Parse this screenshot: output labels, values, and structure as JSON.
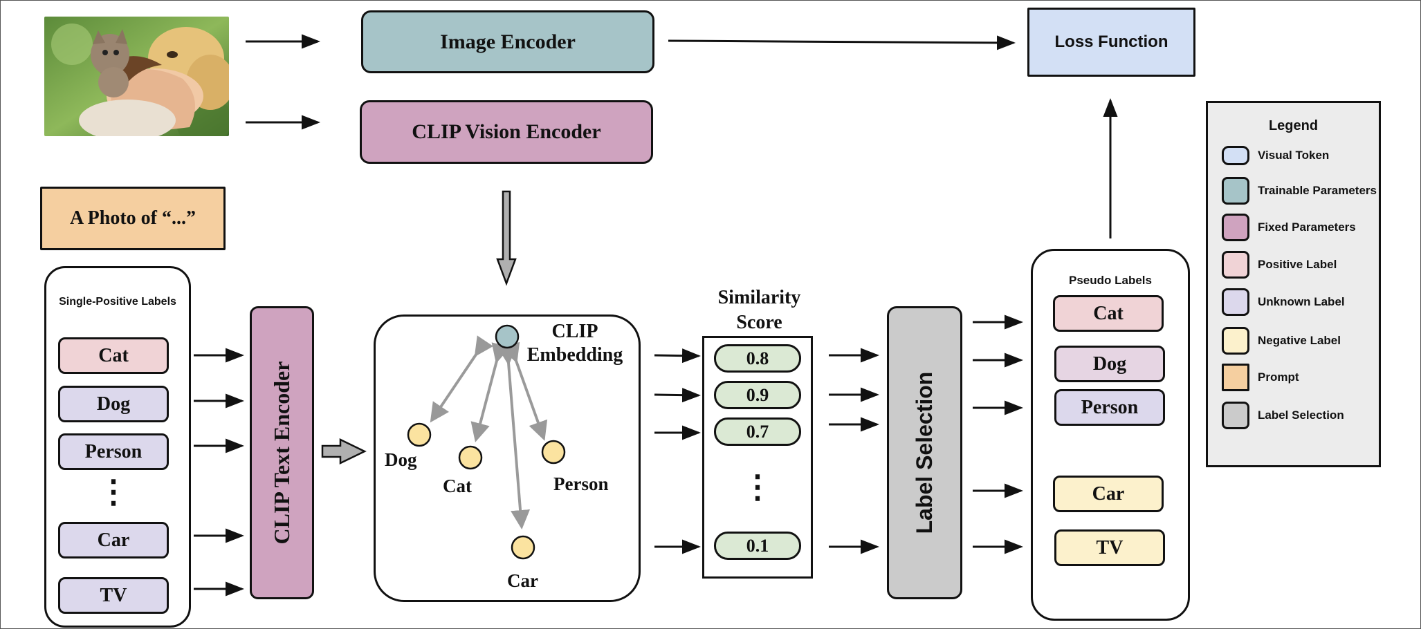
{
  "top_row": {
    "image_encoder": "Image Encoder",
    "clip_vision_encoder": "CLIP Vision Encoder",
    "loss_function": "Loss Function"
  },
  "prompt": {
    "text": "A Photo of “...”"
  },
  "single_positive": {
    "title": "Single-Positive Labels",
    "labels": [
      "Cat",
      "Dog",
      "Person",
      "Car",
      "TV"
    ],
    "ellipsis": "⋮"
  },
  "clip_text_encoder": "CLIP Text Encoder",
  "embedding": {
    "title": "CLIP Embedding",
    "points": [
      "Dog",
      "Cat",
      "Person",
      "Car"
    ]
  },
  "similarity": {
    "title": "Similarity Score",
    "scores": [
      "0.8",
      "0.9",
      "0.7",
      "0.1"
    ],
    "ellipsis": "⋮"
  },
  "label_selection": "Label Selection",
  "pseudo": {
    "title": "Pseudo Labels",
    "labels": [
      "Cat",
      "Dog",
      "Person",
      "Car",
      "TV"
    ]
  },
  "legend": {
    "title": "Legend",
    "items": [
      {
        "label": "Visual Token",
        "color": "#d3e0f5"
      },
      {
        "label": "Trainable Parameters",
        "color": "#a6c4c8"
      },
      {
        "label": "Fixed Parameters",
        "color": "#cfa3bf"
      },
      {
        "label": "Positive Label",
        "color": "#f0d3d6"
      },
      {
        "label": "Unknown Label",
        "color": "#dcd8ec"
      },
      {
        "label": "Negative Label",
        "color": "#fcf1cc"
      },
      {
        "label": "Prompt",
        "color": "#f5cfa0"
      },
      {
        "label": "Label Selection",
        "color": "#cbcbcb"
      }
    ]
  },
  "colors": {
    "trainable": "#a6c4c8",
    "fixed": "#cfa3bf",
    "visual_token": "#d3e0f5",
    "positive": "#f0d3d6",
    "unknown": "#dcd8ec",
    "negative": "#fcf1cc",
    "prompt": "#f5cfa0",
    "label_selection": "#cbcbcb",
    "score": "#dbe9d4",
    "point": "#fbe3a0"
  }
}
